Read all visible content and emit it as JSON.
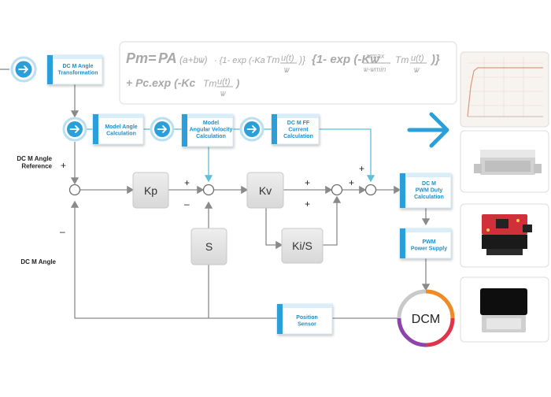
{
  "formula": {
    "line1": {
      "pm": "Pm",
      "eq": "=",
      "pa": "PA",
      "ab": "(a+bѡ)",
      "sep1": "· {1- exp (-Ka",
      "tm1": "Tm",
      "u1": "u(t)",
      "w1": "ѡ",
      "sep2": ")}",
      "mid": "{1- exp (-Kѡ",
      "frac_top": "ѡmax",
      "frac_bot": "ѡ-ѡmin",
      "tm2": "Tm",
      "u2": "u(t)",
      "w2": "ѡ",
      "end": ")}"
    },
    "line2": {
      "plus": "+ Pc.exp (-Kc",
      "tm": "Tm",
      "u": "u(t)",
      "w": "ѡ",
      "end": ")"
    }
  },
  "blocks": {
    "angle_transformation": "DC M Angle|Transformation",
    "model_angle": "Model Angle|Calculation",
    "model_angular_velocity": "Model|Angular Velocity|Calculation",
    "ff_current": "DC M FF|Current|Calculation",
    "pwm_duty": "DC M|PWM Duty|Calculation",
    "pwm_supply": "PWM|Power Supply",
    "position_sensor": "Position|Sensor",
    "kp": "Kp",
    "kv": "Kv",
    "ki_s": "Ki/S",
    "s": "S",
    "dcm": "DCM"
  },
  "labels": {
    "angle_reference": "DC M Angle|Reference",
    "angle": "DC M Angle",
    "plus": "+",
    "minus": "–"
  },
  "colors": {
    "accent_blue": "#2b9fd9",
    "block_face": "#ffffff",
    "block_edge": "#cfe7f3",
    "gray_block": "#e3e3e3",
    "line": "#8a8a8a",
    "cyan_line": "#5bc0d9"
  }
}
